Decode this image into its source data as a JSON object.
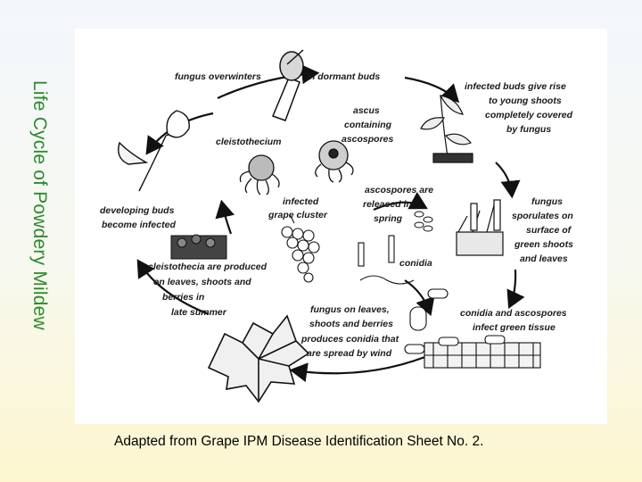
{
  "slide": {
    "title": "Life Cycle of Powdery Mildew",
    "caption": "Adapted from Grape IPM Disease Identification Sheet No. 2."
  },
  "diagram": {
    "labels": {
      "overwinter_left": "fungus overwinters",
      "overwinter_right": "in dormant buds",
      "infected_buds": [
        "infected buds give rise",
        "to young shoots",
        "completely covered",
        "by fungus"
      ],
      "ascus": [
        "ascus",
        "containing",
        "ascospores"
      ],
      "cleistothecium": "cleistothecium",
      "fungus_sporulates": [
        "fungus",
        "sporulates on",
        "surface of",
        "green shoots",
        "and leaves"
      ],
      "developing_buds": [
        "developing buds",
        "become infected"
      ],
      "infected_cluster": [
        "infected",
        "grape cluster"
      ],
      "ascospores_released": [
        "ascospores are",
        "released in",
        "spring"
      ],
      "conidia": "conidia",
      "cleistothecia_produced": [
        "cleistothecia are produced",
        "on leaves, shoots and",
        "berries in",
        "late summer"
      ],
      "fungus_on_leaves": [
        "fungus on leaves,",
        "shoots and berries",
        "produces conidia that",
        "are spread by wind"
      ],
      "conidia_ascospores": [
        "conidia and ascospores",
        "infect green tissue"
      ]
    }
  }
}
